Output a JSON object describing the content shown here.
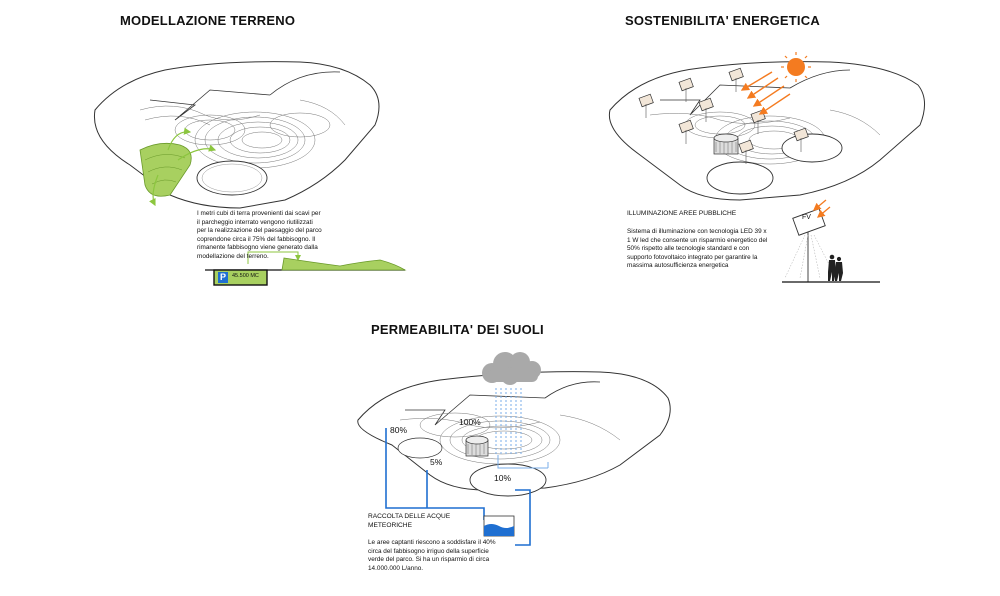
{
  "section1": {
    "title": "MODELLAZIONE TERRENO",
    "paragraph": "I metri cubi di terra provenienti dai scavi per il parcheggio interrato vengono riutilizzati per la realizzazione del paesaggio del parco coprendone circa il 75% del fabbisogno. Il rimanente fabbisogno viene generato dalla modellazione del terreno.",
    "parking_letter": "P",
    "parking_volume": "45.500 MC"
  },
  "section2": {
    "title": "SOSTENIBILITA' ENERGETICA",
    "subtitle": "ILLUMINAZIONE AREE PUBBLICHE",
    "paragraph": "Sistema di illuminazione con tecnologia LED 39 x 1 W led che consente un risparmio energetico del 50% rispetto alle tecnologie standard e con supporto fotovoltaico integrato per garantire la massima autosufficienza energetica",
    "panel_label": "FV"
  },
  "section3": {
    "title": "PERMEABILITA' DEI SUOLI",
    "pct_80": "80%",
    "pct_100": "100%",
    "pct_5": "5%",
    "pct_10": "10%",
    "subtitle": "RACCOLTA DELLE ACQUE METEORICHE",
    "paragraph": "Le aree captanti riescono a soddisfare il 40% circa del fabbisogno irriguo della superficie verde del parco. Si ha un risparmio di circa 14.000.000 L/anno."
  },
  "colors": {
    "green": "#a8d060",
    "sun": "#f47b20",
    "water": "#1f6fd1",
    "cloud": "#a9a9a9"
  }
}
